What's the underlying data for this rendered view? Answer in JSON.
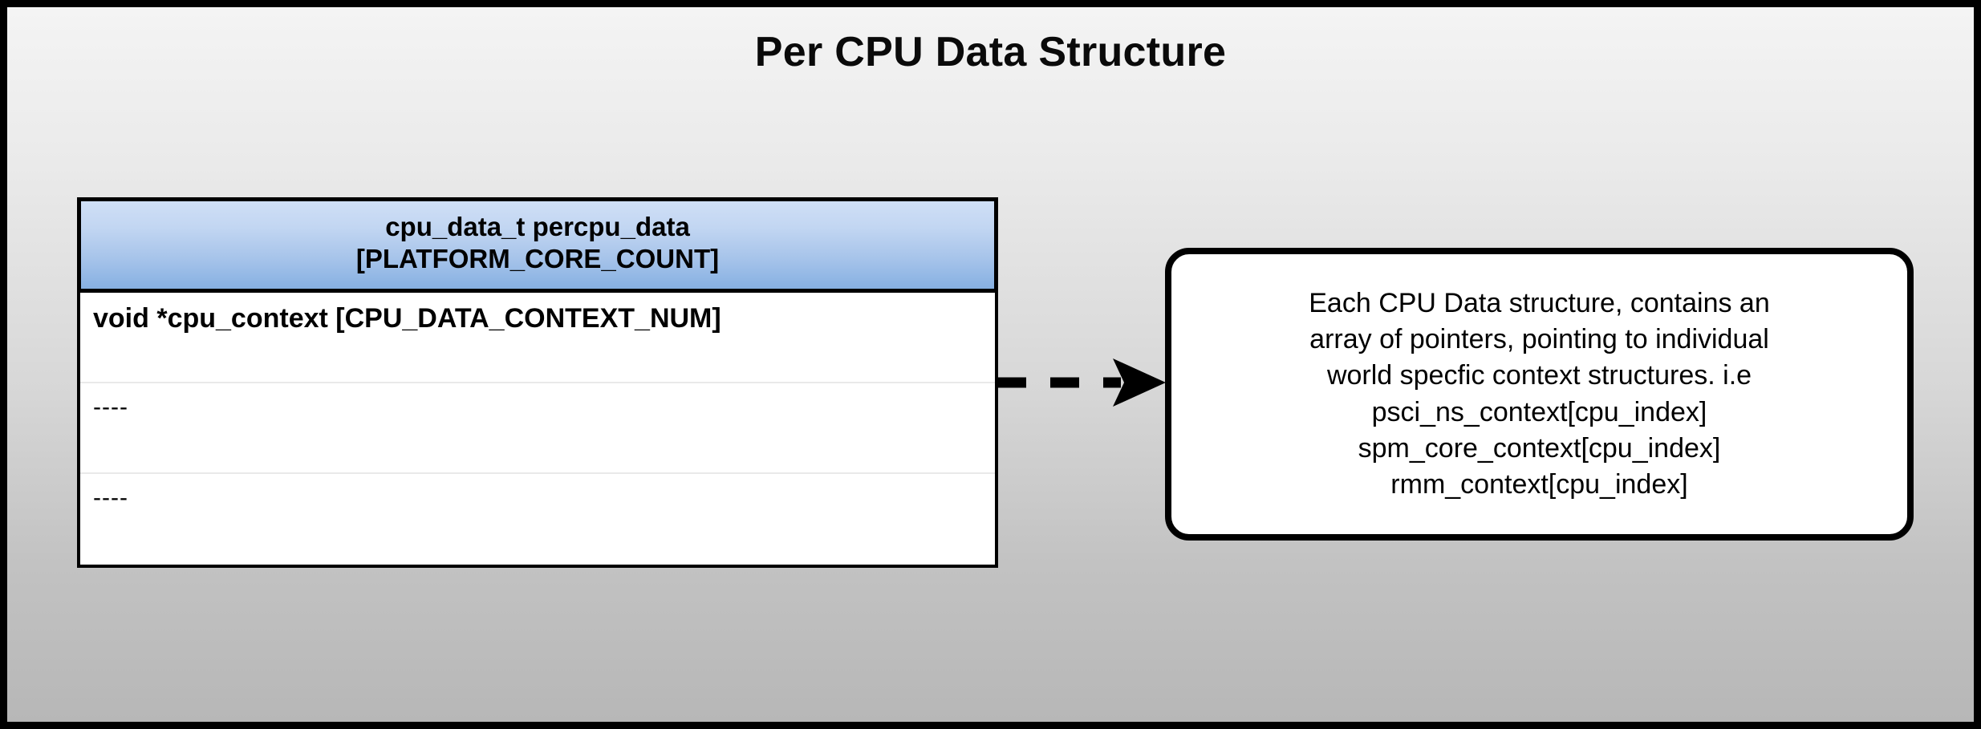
{
  "diagram": {
    "title": "Per CPU Data Structure",
    "background_top_color": "#f4f4f4",
    "background_bottom_color": "#b7b7b7",
    "border_color": "#000000"
  },
  "struct_table": {
    "header": {
      "line1": "cpu_data_t percpu_data",
      "line2": "[PLATFORM_CORE_COUNT]",
      "gradient_top_color": "#cfdff6",
      "gradient_bottom_color": "#86b0e2"
    },
    "rows": [
      {
        "text": "void *cpu_context [CPU_DATA_CONTEXT_NUM]",
        "style": "bold"
      },
      {
        "text": "----",
        "style": "plain"
      },
      {
        "text": "----",
        "style": "plain"
      }
    ]
  },
  "connector": {
    "icon": "dashed-arrow-right-icon",
    "style": "dashed",
    "direction": "right",
    "color": "#000000"
  },
  "note": {
    "lines": [
      "Each CPU Data structure, contains an",
      "array of pointers, pointing to individual",
      "world specfic context structures. i.e",
      "psci_ns_context[cpu_index]",
      "spm_core_context[cpu_index]",
      "rmm_context[cpu_index]"
    ],
    "border_color": "#000000",
    "background_color": "#ffffff"
  }
}
